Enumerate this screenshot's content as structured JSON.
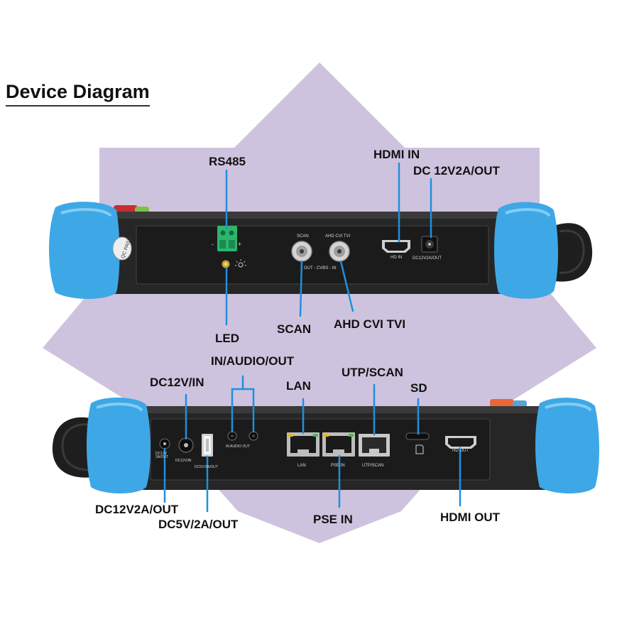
{
  "title": "Device Diagram",
  "colors": {
    "background_star": "#cec3de",
    "device_body": "#262626",
    "bumper": "#3ea8e6",
    "callout_line": "#1f8fe0",
    "terminal_green": "#2db56e"
  },
  "top_view": {
    "callouts": {
      "rs485": "RS485",
      "hdmi_in": "HDMI IN",
      "dc_out": "DC 12V2A/OUT",
      "led": "LED",
      "scan": "SCAN",
      "ahd": "AHD CVI TVI"
    },
    "silkscreen": {
      "scan": "SCAN",
      "ahd": "AHD CVI TVI",
      "cvbs": "OUT - CVBS - IN",
      "hd_in": "HD IN",
      "dc_out": "DC12V2A/OUT",
      "qc_sticker": "QC PASS",
      "minus": "-",
      "plus": "+"
    }
  },
  "bottom_view": {
    "callouts": {
      "dc_in": "DC12V/IN",
      "audio": "IN/AUDIO/OUT",
      "lan": "LAN",
      "utp": "UTP/SCAN",
      "sd": "SD",
      "dc12_out": "DC12V2A/OUT",
      "dc5_out": "DC5V/2A/OUT",
      "pse_in": "PSE IN",
      "hdmi_out": "HDMI OUT"
    },
    "silkscreen": {
      "dc12_out": "DC12V 2A/OUT",
      "dc_in": "DC12V/IN",
      "dc5_out": "DC5V/2A/OUT",
      "audio": "IN AUDIO OUT",
      "lan": "LAN",
      "pse": "PSE IN",
      "utp": "UTP/SCAN",
      "hd_out": "HD OUT"
    }
  }
}
